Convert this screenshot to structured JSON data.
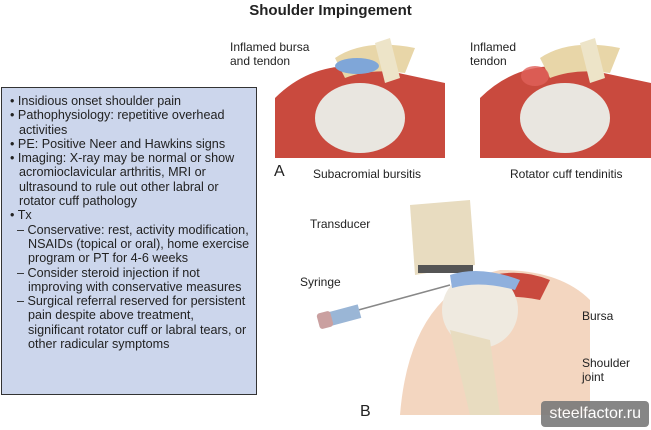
{
  "title": "Shoulder Impingement",
  "box": {
    "items": [
      "Insidious onset shoulder pain",
      "Pathophysiology: repetitive overhead activities",
      "PE: Positive Neer and Hawkins signs",
      "Imaging: X-ray may be normal or show acromioclavicular arthritis, MRI or ultrasound to rule out other labral or rotator cuff pathology",
      "Tx"
    ],
    "sub": [
      "Conservative: rest, activity modification, NSAIDs (topical or oral), home exercise program or PT for 4-6 weeks",
      "Consider steroid injection if not improving with conservative measures",
      "Surgical referral reserved for persistent pain despite above treatment, significant rotator cuff or labral tears, or other radicular symptoms"
    ]
  },
  "panelA": {
    "letter": "A",
    "left_label": "Inflamed bursa and tendon",
    "left_caption": "Subacromial bursitis",
    "right_label": "Inflamed tendon",
    "right_caption": "Rotator cuff tendinitis"
  },
  "panelB": {
    "letter": "B",
    "transducer": "Transducer",
    "syringe": "Syringe",
    "bursa": "Bursa",
    "joint": "Shoulder joint"
  },
  "watermark": "steelfactor.ru"
}
